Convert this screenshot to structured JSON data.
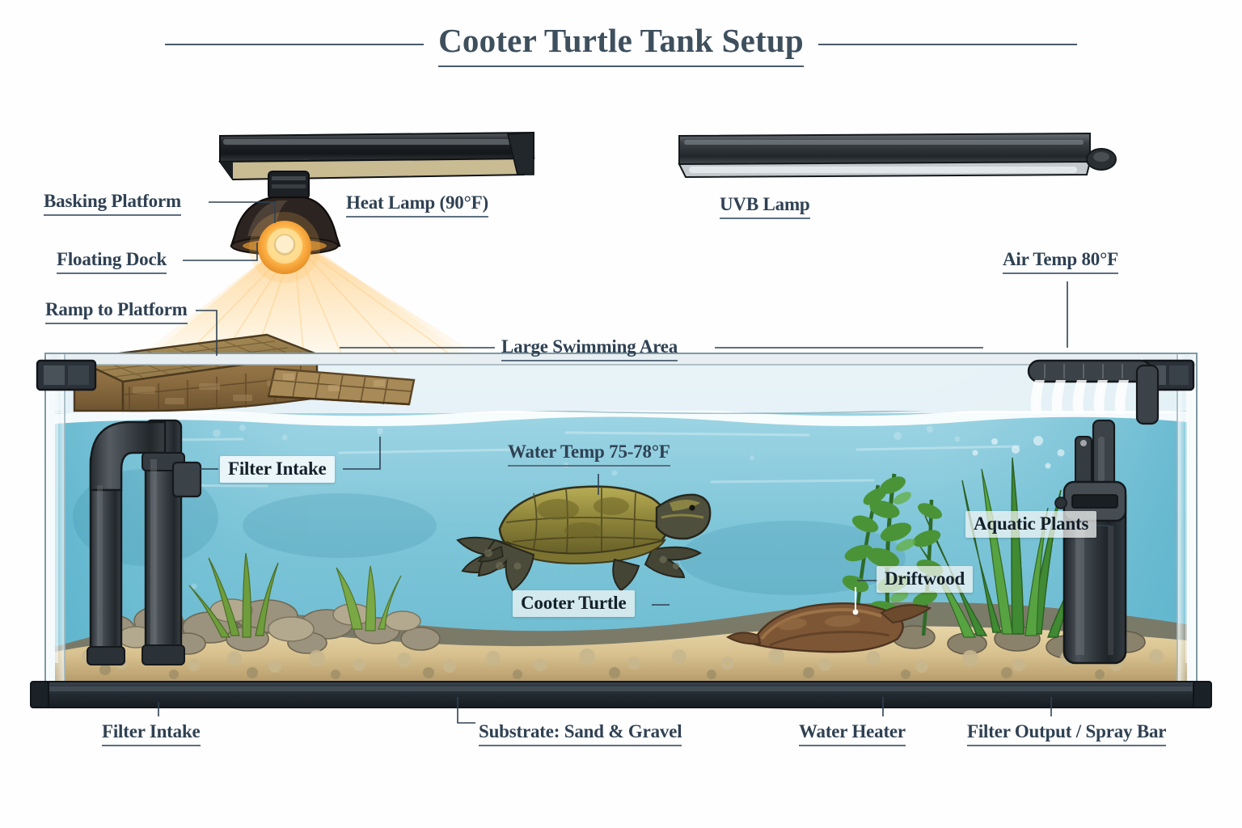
{
  "title": {
    "text": "Cooter Turtle Tank Setup"
  },
  "colors": {
    "title_text": "#3e4f5d",
    "label_text": "#2f4153",
    "label_rule": "#5d6f80",
    "water_top": "#b8e0ec",
    "water_mid": "#7cc4d8",
    "water_deep": "#4fa8c4",
    "glass_frame": "#2b3640",
    "equipment_dark": "#3a4249",
    "lamp_glow": "#ffb43c",
    "plant_green": "#4d8c3c",
    "wood_brown": "#8a6b3f",
    "sand": "#e0cb9a",
    "gravel": "#9a8d74",
    "turtle_shell": "#8e8438",
    "turtle_skin": "#4a4a3c"
  },
  "labels": [
    {
      "id": "basking-platform",
      "text": "Basking Platform",
      "style": "underline"
    },
    {
      "id": "floating-dock",
      "text": "Floating Dock",
      "style": "underline"
    },
    {
      "id": "ramp-to-platform",
      "text": "Ramp to Platform",
      "style": "underline"
    },
    {
      "id": "heat-lamp",
      "text": "Heat Lamp (90°F)",
      "style": "underline"
    },
    {
      "id": "uvb-lamp",
      "text": "UVB Lamp",
      "style": "underline"
    },
    {
      "id": "air-temp",
      "text": "Air Temp 80°F",
      "style": "underline"
    },
    {
      "id": "large-swimming-area",
      "text": "Large Swimming Area",
      "style": "underline"
    },
    {
      "id": "water-temp",
      "text": "Water Temp 75-78°F",
      "style": "underline"
    },
    {
      "id": "filter-intake-upper",
      "text": "Filter Intake",
      "style": "chip"
    },
    {
      "id": "cooter-turtle",
      "text": "Cooter Turtle",
      "style": "chip"
    },
    {
      "id": "aquatic-plants",
      "text": "Aquatic Plants",
      "style": "chip"
    },
    {
      "id": "driftwood",
      "text": "Driftwood",
      "style": "chip"
    },
    {
      "id": "filter-intake-lower",
      "text": "Filter Intake",
      "style": "underline"
    },
    {
      "id": "substrate",
      "text": "Substrate: Sand & Gravel",
      "style": "underline"
    },
    {
      "id": "water-heater",
      "text": "Water Heater",
      "style": "underline"
    },
    {
      "id": "filter-output",
      "text": "Filter Output / Spray Bar",
      "style": "underline"
    }
  ],
  "diagram": {
    "subject": "cooter-turtle-aquarium",
    "equipment": [
      "heat-lamp-fixture",
      "uvb-lamp-fixture",
      "basking-platform",
      "floating-dock-ramp",
      "filter-intake-pipe",
      "internal-filter-canister",
      "spray-bar",
      "water-heater"
    ],
    "decor": [
      "aquatic-plants",
      "driftwood",
      "river-rocks",
      "sand-substrate"
    ],
    "animal": "cooter-turtle"
  }
}
